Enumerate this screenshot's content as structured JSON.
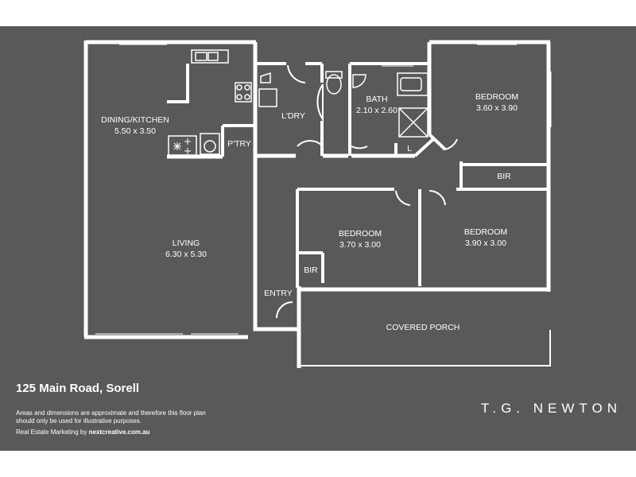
{
  "rooms": {
    "dining_kitchen": {
      "name": "DINING/KITCHEN",
      "size": "5.50 x 3.50"
    },
    "pantry": {
      "name": "P'TRY"
    },
    "laundry": {
      "name": "L'DRY"
    },
    "bath": {
      "name": "BATH",
      "size": "2.10 x 2.60"
    },
    "linen": {
      "name": "L"
    },
    "bedroom_1": {
      "name": "BEDROOM",
      "size": "3.60 x 3.90"
    },
    "bir_1": {
      "name": "BIR"
    },
    "living": {
      "name": "LIVING",
      "size": "6.30 x 5.30"
    },
    "bedroom_2": {
      "name": "BEDROOM",
      "size": "3.70 x 3.00"
    },
    "bir_2": {
      "name": "BIR"
    },
    "bedroom_3": {
      "name": "BEDROOM",
      "size": "3.90 x 3.00"
    },
    "entry": {
      "name": "ENTRY"
    },
    "porch": {
      "name": "COVERED PORCH"
    }
  },
  "footer": {
    "address": "125 Main Road, Sorell",
    "disclaimer": "Areas and dimensions are approximate and therefore this floor plan should only be used for illustrative purposes.",
    "credit_prefix": "Real Estate Marketing by ",
    "credit_link": "nextcreative.com.au",
    "brand": "T.G. NEWTON"
  },
  "colors": {
    "background": "#595959",
    "walls": "#ffffff"
  }
}
